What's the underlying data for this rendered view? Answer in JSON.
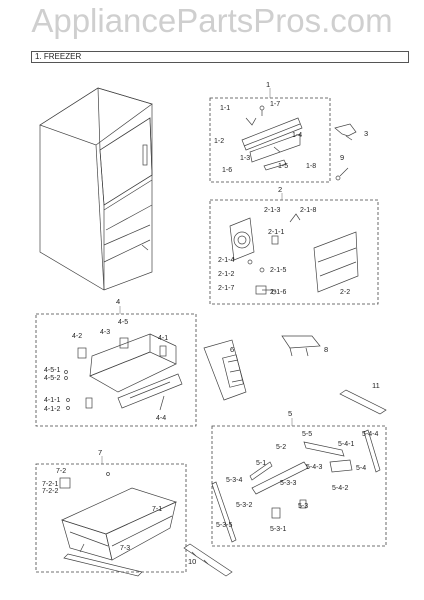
{
  "watermark": "AppliancePartsPros.com",
  "section_title": "1. FREEZER",
  "labels": {
    "g1": "1",
    "l1_1": "1-1",
    "l1_7": "1-7",
    "l1_2": "1-2",
    "l1_3": "1-3",
    "l1_4": "1-4",
    "l1_5": "1-5",
    "l1_6": "1-6",
    "l1_8": "1-8",
    "g3": "3",
    "g9": "9",
    "g2": "2",
    "l2_1_3": "2-1-3",
    "l2_1_8": "2-1-8",
    "l2_1_1": "2-1-1",
    "l2_1_4": "2-1-4",
    "l2_1_2": "2-1-2",
    "l2_1_5": "2-1-5",
    "l2_1_7": "2-1-7",
    "l2_1_6": "2-1-6",
    "l2_2": "2-2",
    "g4": "4",
    "l4_5": "4-5",
    "l4_2": "4-2",
    "l4_3": "4-3",
    "l4_1": "4-1",
    "l4_5_1": "4-5-1",
    "l4_5_2": "4-5-2",
    "l4_1_1": "4-1-1",
    "l4_1_2": "4-1-2",
    "l4_4": "4-4",
    "g6": "6",
    "g8": "8",
    "g11": "11",
    "g5": "5",
    "l5_5": "5-5",
    "l5_4_4": "5-4-4",
    "l5_4_1": "5-4-1",
    "l5_2": "5-2",
    "l5_1": "5-1",
    "l5_4_3": "5-4-3",
    "l5_4": "5-4",
    "l5_3_4": "5-3-4",
    "l5_3_3": "5-3-3",
    "l5_4_2": "5-4-2",
    "l5_3_2": "5-3-2",
    "l5_3": "5-3",
    "l5_3_5": "5-3-5",
    "l5_3_1": "5-3-1",
    "g7": "7",
    "l7_2": "7-2",
    "l7_2_1": "7-2-1",
    "l7_2_2": "7-2-2",
    "l7_1": "7-1",
    "l7_3": "7-3",
    "g10": "10"
  }
}
